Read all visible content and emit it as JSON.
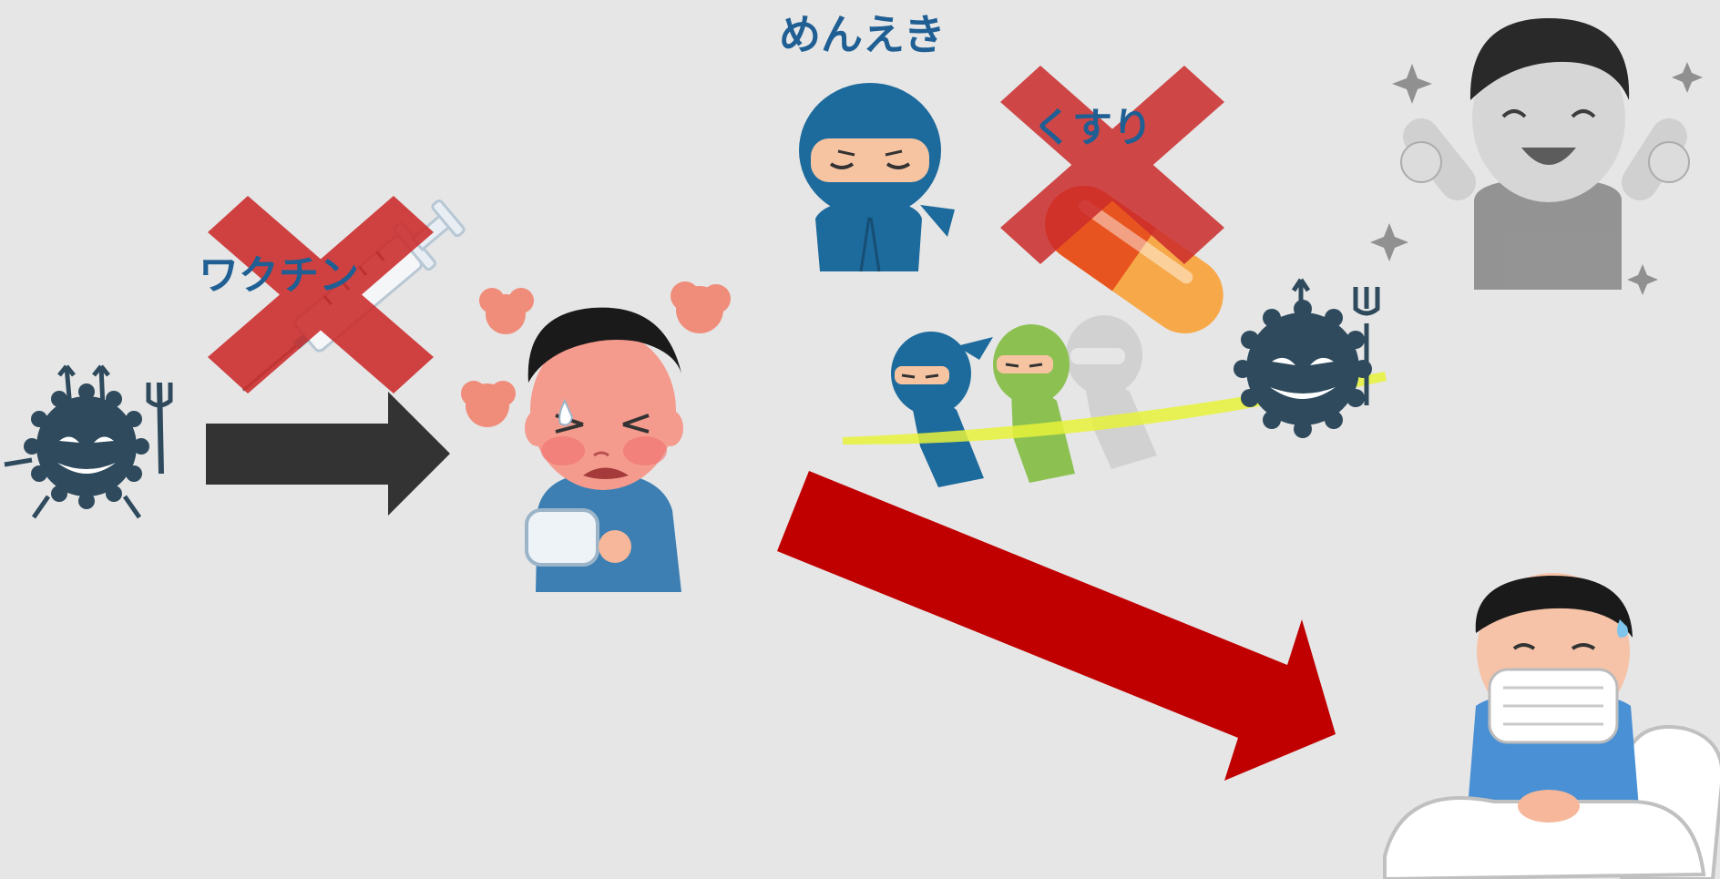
{
  "labels": {
    "immunity": "めんえき",
    "vaccine": "ワクチン",
    "medicine": "くすり"
  },
  "colors": {
    "background": "#e6e6e6",
    "label_blue": "#1f5f93",
    "cross_red": "#cc2b2b",
    "big_arrow_red": "#c00000",
    "dark_arrow": "#333333",
    "virus": "#2e4a5c",
    "ninja_blue": "#1d6a9c",
    "ninja_green": "#8cc152",
    "pill_orange": "#ee7a2b"
  },
  "icons": [
    "virus-icon",
    "syringe-icon",
    "sick-boy-icon",
    "ninja-icon",
    "pill-icon",
    "ninja-team-icon",
    "happy-boy-icon",
    "bedridden-boy-icon"
  ]
}
